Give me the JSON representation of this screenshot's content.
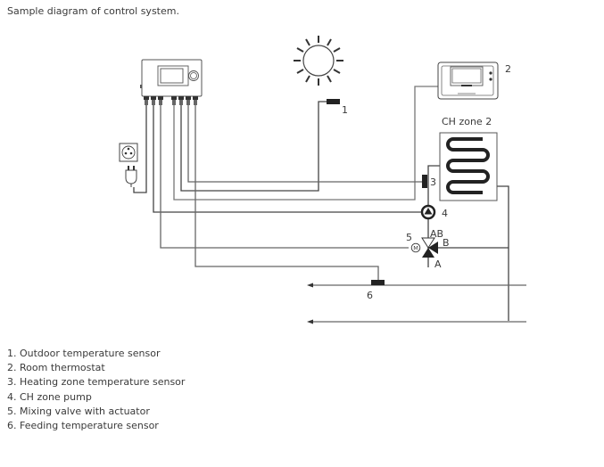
{
  "title": "Sample diagram of control system.",
  "labels": {
    "sensor_outdoor": "1",
    "thermostat": "2",
    "sensor_zone": "3",
    "pump": "4",
    "valve": "5",
    "sensor_feed": "6",
    "zone_title": "CH zone 2",
    "port_ab": "AB",
    "port_b": "B",
    "port_a": "A",
    "actuator": "M"
  },
  "legend": [
    "1. Outdoor temperature sensor",
    "2. Room thermostat",
    "3. Heating zone temperature sensor",
    "4. CH zone pump",
    "5. Mixing valve with actuator",
    "6. Feeding temperature sensor"
  ],
  "icons": {
    "sun": "sun-icon",
    "controller": "controller-device-icon",
    "socket": "power-socket-icon",
    "plug": "power-plug-icon",
    "thermostat": "room-thermostat-icon",
    "pump": "pump-icon",
    "valve": "three-way-valve-icon",
    "heater": "floor-heating-coil-icon"
  }
}
